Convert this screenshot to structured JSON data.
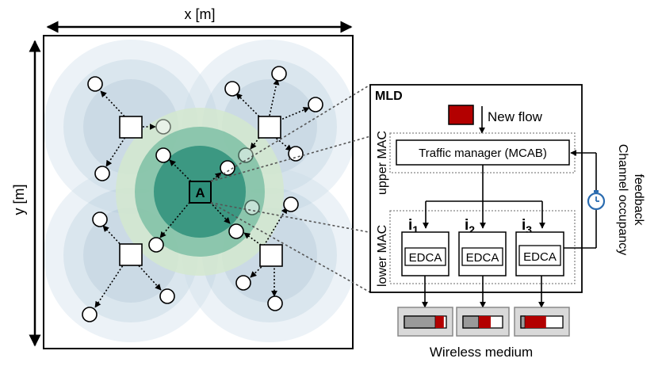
{
  "axes": {
    "x_label": "x [m]",
    "y_label": "y [m]"
  },
  "center_ap_label": "A",
  "mld": {
    "title": "MLD",
    "new_flow_label": "New flow",
    "upper_mac_label": "upper MAC",
    "lower_mac_label": "lower MAC",
    "traffic_manager_label": "Traffic manager (MCAB)",
    "interfaces": [
      {
        "index_letter": "i",
        "index_sub": "1",
        "queue_label": "EDCA"
      },
      {
        "index_letter": "i",
        "index_sub": "2",
        "queue_label": "EDCA"
      },
      {
        "index_letter": "i",
        "index_sub": "3",
        "queue_label": "EDCA"
      }
    ],
    "feedback_label_line1": "Channel occupancy",
    "feedback_label_line2": "feedback",
    "wireless_medium_label": "Wireless medium"
  },
  "colors": {
    "flow_red": "#b30000",
    "cell_blue": "#c7d9e6",
    "cell_green": "#b9dcc6",
    "center_teal": "#2e8f7a",
    "channel_grey": "#9a9a9a"
  },
  "channel_occupancy": [
    {
      "grey_fraction": 0.74,
      "red_fraction": 0.2
    },
    {
      "grey_fraction": 0.4,
      "red_fraction": 0.3
    },
    {
      "grey_fraction": 0.1,
      "red_fraction": 0.5
    }
  ],
  "icons": [
    "stopwatch-icon",
    "flow-packet-icon"
  ]
}
